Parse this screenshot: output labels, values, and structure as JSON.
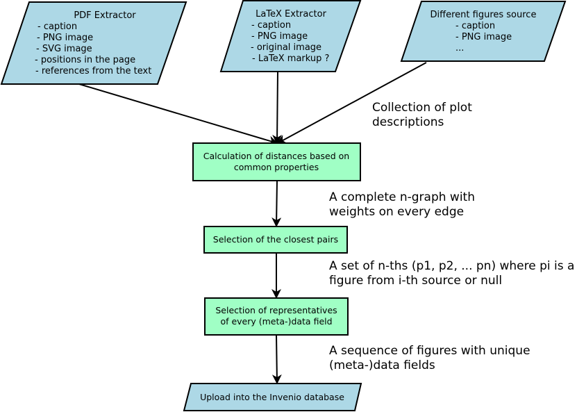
{
  "sources": [
    {
      "title": "PDF Extractor",
      "items": [
        "- caption",
        "- PNG image",
        "- SVG image",
        "- positions in the page",
        "- references from the text"
      ]
    },
    {
      "title": "LaTeX Extractor",
      "items": [
        "-  caption",
        "- PNG image",
        "- original image",
        "- LaTeX markup ?"
      ]
    },
    {
      "title": "Different figures source",
      "items": [
        "- caption",
        "- PNG image",
        "..."
      ]
    }
  ],
  "steps": {
    "distances": [
      "Calculation of distances based on",
      "common properties"
    ],
    "closest_pairs": "Selection of the closest pairs",
    "representatives": [
      "Selection of representatives",
      "of every (meta-)data field"
    ],
    "upload": "Upload into the Invenio database"
  },
  "edge_labels": {
    "collection": [
      "Collection of plot",
      "descriptions"
    ],
    "graph": [
      "A complete n-graph with",
      "weights on every edge"
    ],
    "tuples": [
      "A set of n-ths (p1, p2, ... pn) where pi is a",
      "figure from i-th source or null"
    ],
    "sequence": [
      "A sequence of figures with unique",
      "(meta-)data fields"
    ]
  },
  "colors": {
    "source_fill": "#add8e6",
    "process_fill": "#a0ffc5",
    "stroke": "#000000"
  }
}
